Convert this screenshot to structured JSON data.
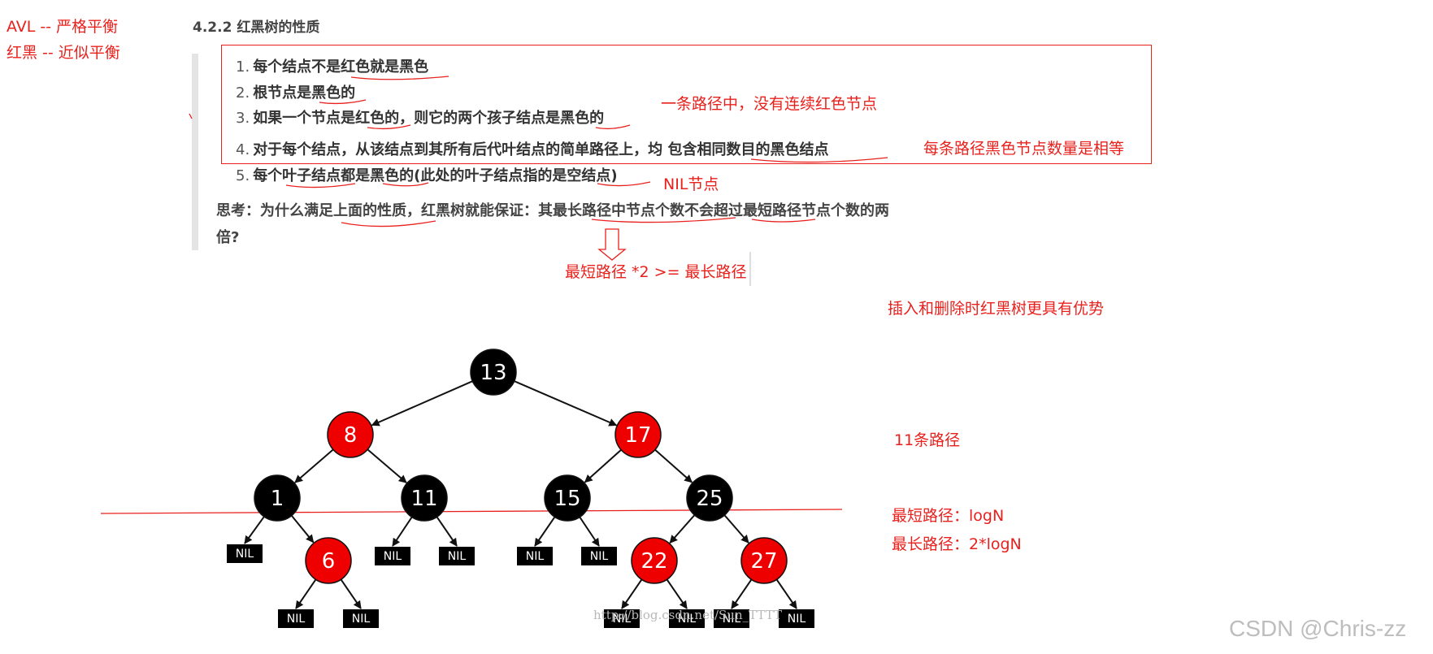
{
  "notes_left": {
    "avl": "AVL -- 严格平衡",
    "rb": "红黑 -- 近似平衡"
  },
  "section_title": "4.2.2 红黑树的性质",
  "properties": [
    {
      "num": "1.",
      "text": "每个结点不是红色就是黑色"
    },
    {
      "num": "2.",
      "text": "根节点是黑色的"
    },
    {
      "num": "3.",
      "text": "如果一个节点是红色的，则它的两个孩子结点是黑色的"
    },
    {
      "num": "4.",
      "text": "对于每个结点，从该结点到其所有后代叶结点的简单路径上，均 包含相同数目的黑色结点"
    },
    {
      "num": "5.",
      "text": "每个叶子结点都是黑色的(此处的叶子结点指的是空结点)"
    }
  ],
  "think": {
    "line1": "思考：为什么满足上面的性质，红黑树就能保证：其最长路径中节点个数不会超过最短路径节点个数的两",
    "line2": "倍?"
  },
  "annotations": {
    "no_consecutive_red": "一条路径中，没有连续红色节点",
    "equal_black": "每条路径黑色节点数量是相等",
    "nil_node": "NIL节点",
    "inequality": "最短路径 *2 >= 最长路径",
    "advantage": "插入和删除时红黑树更具有优势",
    "path_count": "11条路径",
    "shortest": "最短路径：logN",
    "longest": "最长路径：2*logN"
  },
  "colors": {
    "red_node": "#ee0000",
    "black_node": "#000000",
    "annotation": "#e8211d"
  },
  "tree": {
    "nodes": [
      {
        "id": "n13",
        "label": "13",
        "color": "black"
      },
      {
        "id": "n8",
        "label": "8",
        "color": "red"
      },
      {
        "id": "n17",
        "label": "17",
        "color": "red"
      },
      {
        "id": "n1",
        "label": "1",
        "color": "black"
      },
      {
        "id": "n11",
        "label": "11",
        "color": "black"
      },
      {
        "id": "n15",
        "label": "15",
        "color": "black"
      },
      {
        "id": "n25",
        "label": "25",
        "color": "black"
      },
      {
        "id": "n6",
        "label": "6",
        "color": "red"
      },
      {
        "id": "n22",
        "label": "22",
        "color": "red"
      },
      {
        "id": "n27",
        "label": "27",
        "color": "red"
      }
    ],
    "nil_label": "NIL"
  },
  "watermark": "CSDN @Chris-zz",
  "url_watermark": "http://blog.csdn.net/Sun_TTTT"
}
